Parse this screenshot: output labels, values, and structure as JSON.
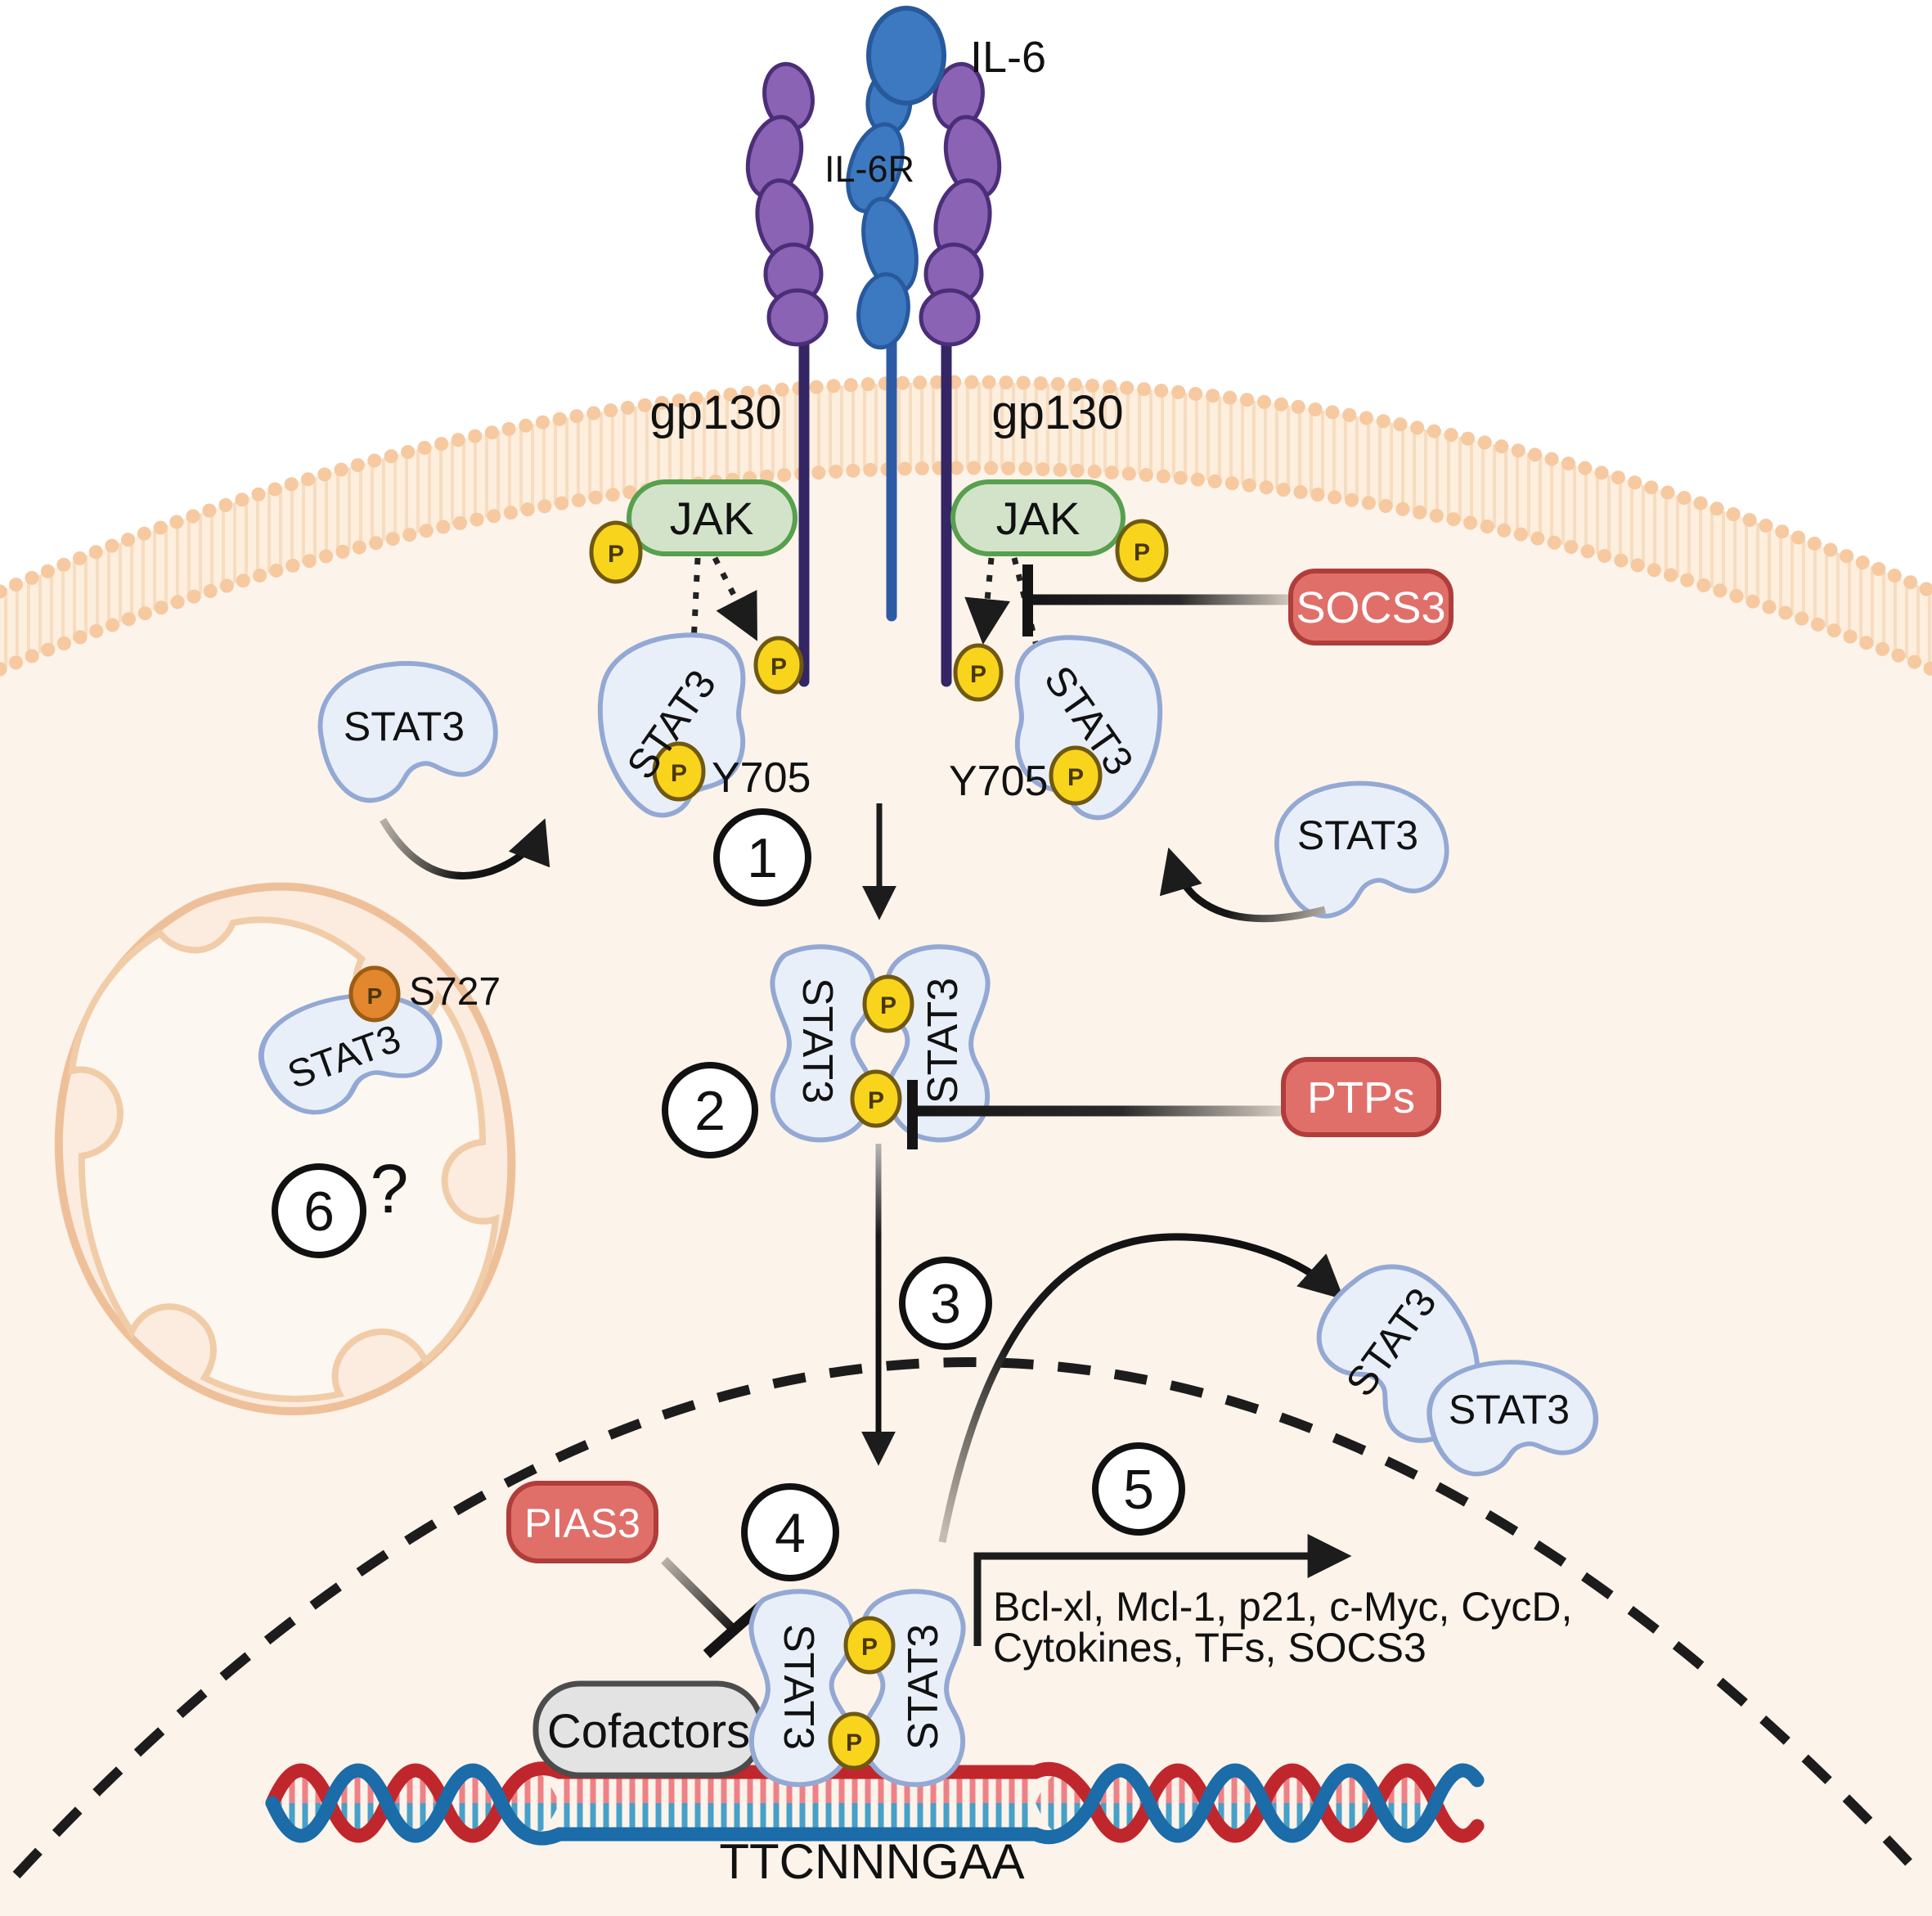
{
  "labels": {
    "il6": "IL-6",
    "il6r": "IL-6R",
    "gp130": "gp130",
    "jak": "JAK",
    "stat3": "STAT3",
    "p": "P",
    "y705": "Y705",
    "s727": "S727",
    "socs3": "SOCS3",
    "ptps": "PTPs",
    "pias3": "PIAS3",
    "cofactors": "Cofactors",
    "question_mark": "?",
    "dna_binding_site": "TTCNNNGAA"
  },
  "steps": {
    "s1": "1",
    "s2": "2",
    "s3": "3",
    "s4": "4",
    "s5": "5",
    "s6": "6"
  },
  "target_genes": {
    "line1": "Bcl-xl, Mcl-1, p21, c-Myc, CycD,",
    "line2": "Cytokines, TFs, SOCS3"
  },
  "colors": {
    "cell_bg": "#fcf3ea",
    "membrane_beads": "#f6c9a0",
    "receptor_purple": "#8a63b5",
    "receptor_purple_stroke": "#4b2e78",
    "receptor_stem_purple": "#342565",
    "il6_blue": "#3c79c0",
    "il6_blue_stroke": "#27599c",
    "jak_fill": "#d3e3ca",
    "jak_stroke": "#56a04e",
    "phospho_yellow": "#f9d41c",
    "phospho_yellow_stroke": "#6f5910",
    "phospho_orange": "#e2872e",
    "phospho_orange_stroke": "#9c5c12",
    "stat3_fill": "#e9eff9",
    "stat3_stroke": "#93a9d4",
    "inhibitor_fill": "#e06f6a",
    "inhibitor_stroke": "#b03d3a",
    "cofactors_fill": "#e3e3e3",
    "dna_red": "#c0272d",
    "dna_blue": "#1b6ca8",
    "dna_rung_red": "#ee8186",
    "dna_rung_blue": "#47a0c8",
    "mito_outer": "#eec09a"
  }
}
